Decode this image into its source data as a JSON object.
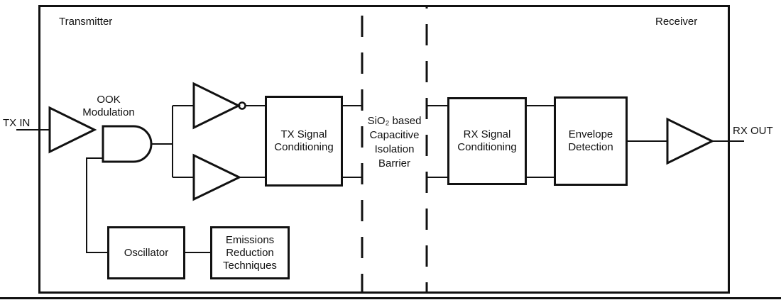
{
  "figure": {
    "kind": "isolator-block-diagram",
    "background_color": "#ffffff",
    "line_color": "#111111"
  },
  "regions": {
    "transmitter": "Transmitter",
    "receiver": "Receiver"
  },
  "ports": {
    "tx_in": "TX IN",
    "rx_out": "RX OUT"
  },
  "annotations": {
    "ook_modulation": "OOK\nModulation",
    "isolation_barrier": "SiO₂ based\nCapacitive\nIsolation\nBarrier"
  },
  "blocks": {
    "tx_signal_conditioning": "TX Signal\nConditioning",
    "rx_signal_conditioning": "RX Signal\nConditioning",
    "envelope_detection": "Envelope\nDetection",
    "oscillator": "Oscillator",
    "emissions_reduction": "Emissions\nReduction\nTechniques"
  },
  "icons": {
    "input_buffer": "buffer-amplifier-icon",
    "and_gate": "and-gate-icon",
    "inverter": "inverter-icon",
    "lower_buffer": "buffer-amplifier-icon",
    "output_buffer": "buffer-amplifier-icon"
  }
}
